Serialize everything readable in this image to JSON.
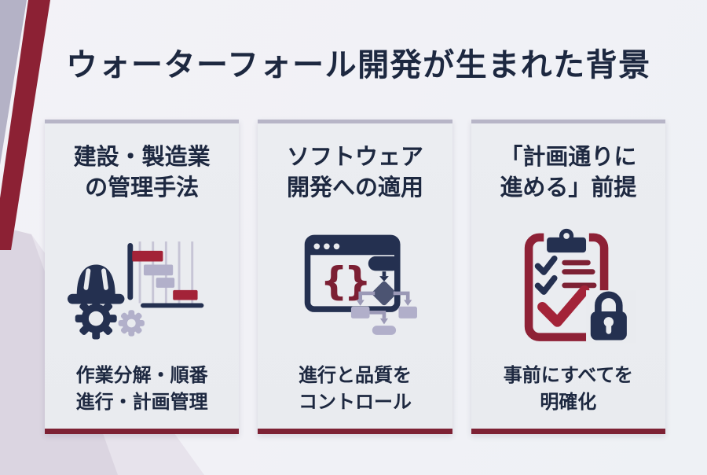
{
  "title": "ウォーターフォール開発が生まれた背景",
  "colors": {
    "navy": "#1d2840",
    "maroon": "#8c2134",
    "maroon_dark": "#7d2134",
    "red_accent": "#a32338",
    "lavender": "#b2b0ca",
    "card_bg": "#e9ebef"
  },
  "cards": [
    {
      "title_line1": "建設・製造業",
      "title_line2": "の管理手法",
      "icon": "hard-hat-gears-gantt-chart",
      "caption_line1": "作業分解・順番",
      "caption_line2": "進行・計画管理"
    },
    {
      "title_line1": "ソフトウェア",
      "title_line2": "開発への適用",
      "icon": "code-browser-flowchart",
      "braces_left": "{",
      "braces_right": "}",
      "caption_line1": "進行と品質を",
      "caption_line2": "コントロール"
    },
    {
      "title_line1": "「計画通りに",
      "title_line2": "進める」前提",
      "icon": "checklist-clipboard-lock",
      "caption_line1": "事前にすべてを",
      "caption_line2": "明確化"
    }
  ]
}
